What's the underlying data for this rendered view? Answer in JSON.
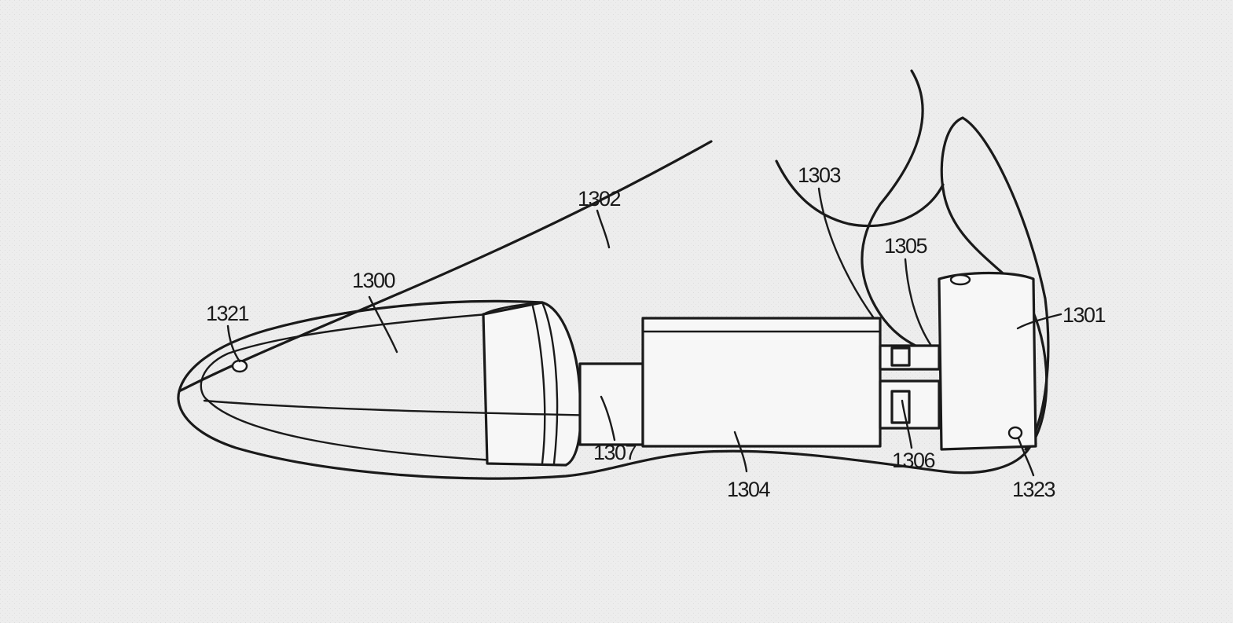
{
  "figure": {
    "labels": {
      "body": "1300",
      "housing": "1301",
      "top_curve": "1302",
      "hook_line": "1303",
      "main_block": "1304",
      "connector_top": "1305",
      "connector_bottom": "1306",
      "neck": "1307",
      "tip_port": "1321",
      "base_port": "1323"
    }
  },
  "colors": {
    "paper": "#ededed",
    "ink": "#1a1a1a",
    "fill": "#f7f7f7"
  }
}
